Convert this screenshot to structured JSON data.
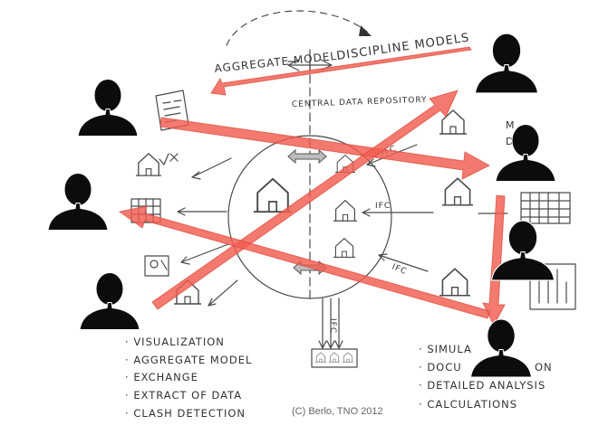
{
  "labels": {
    "aggregate_model": "AGGREGATE MODEL",
    "discipline_models": "DISCIPLINE MODELS",
    "central_data_repository": "CENTRAL DATA REPOSITORY",
    "ifc": "IFC",
    "partial_right_top": "M",
    "partial_right_top_2": "D"
  },
  "left_list": [
    "VISUALIZATION",
    "AGGREGATE MODEL",
    "EXCHANGE",
    "EXTRACT OF DATA",
    "CLASH DETECTION"
  ],
  "right_list": [
    "SIMULA",
    "DOCU",
    "DETAILED ANALYSIS",
    "CALCULATIONS"
  ],
  "right_list_tail": [
    "",
    "ON",
    "",
    ""
  ],
  "credit": "(C) Berlo, TNO 2012",
  "colors": {
    "arrow": "#f25c4f",
    "person": "#0c0c0c",
    "sketch": "#4a4a4a"
  },
  "icons": [
    "person-icon",
    "house-icon",
    "document-icon",
    "grid-icon"
  ]
}
